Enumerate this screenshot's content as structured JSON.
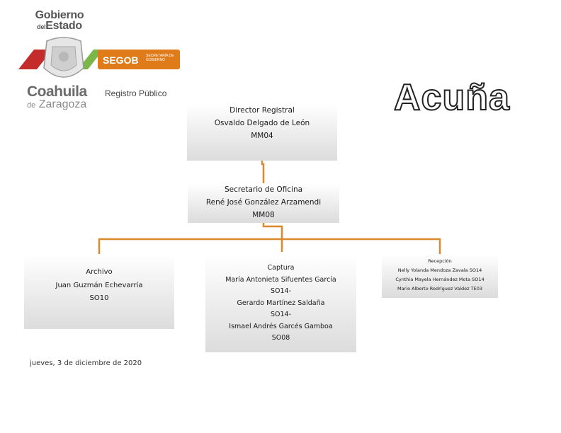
{
  "header": {
    "gobierno_line1": "Gobierno",
    "gobierno_del": "del",
    "gobierno_line2": "Estado",
    "segob": "SEGOB",
    "segob_sub": "SECRETARÍA DE GOBIERNO",
    "coahuila": "Coahuila",
    "zaragoza_de": "de",
    "zaragoza": "Zaragoza",
    "registro": "Registro Público",
    "city": "Acuña"
  },
  "org": {
    "director": {
      "title": "Director Registral",
      "name": "Osvaldo Delgado de León",
      "code": "MM04"
    },
    "secretario": {
      "title": "Secretario de Oficina",
      "name": "René José González Arzamendi",
      "code": "MM08"
    },
    "archivo": {
      "title": "Archivo",
      "name": "Juan Guzmán Echevarría",
      "code": "SO10"
    },
    "captura": {
      "title": "Captura",
      "lines": [
        "María Antonieta Sifuentes García",
        "SO14-",
        "Gerardo Martínez Saldaña",
        "SO14-",
        "Ismael Andrés Garcés Gamboa",
        "SO08"
      ]
    },
    "recepcion": {
      "title": "Recepción",
      "lines": [
        "Nelly Yolanda Mendoza Zavala SO14",
        "Cynthia Mayela Hernández Mota SO14",
        "Mario Alberto Rodríguez Valdez TE03"
      ]
    }
  },
  "footer": {
    "date": "jueves, 3 de diciembre de 2020"
  },
  "colors": {
    "connector": "#d98a2c",
    "segob_orange": "#e07b1a",
    "red": "#c42b2b",
    "green": "#7ab648"
  }
}
